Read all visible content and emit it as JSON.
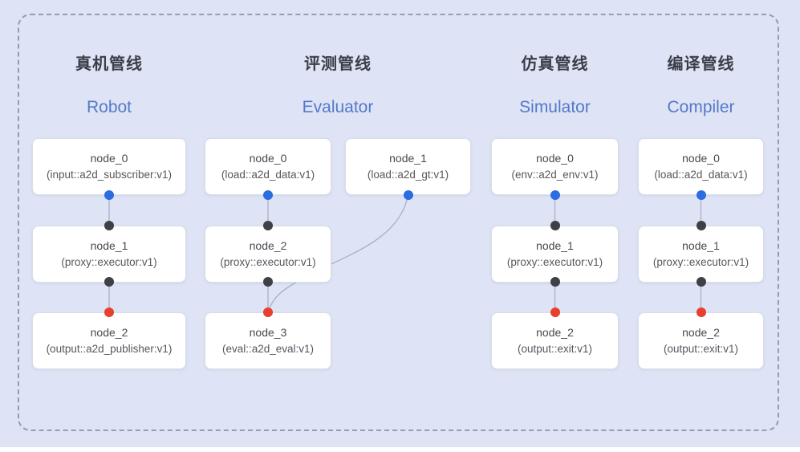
{
  "diagram": {
    "type": "pipeline-graph",
    "colors": {
      "background": "#dee4f6",
      "frame_dash": "#949db0",
      "node_background": "#ffffff",
      "node_border": "#d9dde6",
      "title_zh_color": "#3a3e47",
      "title_en_color": "#5578c9",
      "edge_color": "#a7b1c4",
      "port_input_blue": "#2b6ce2",
      "port_mid_dark": "#3f4045",
      "port_output_red": "#e8402e"
    },
    "pipelines": [
      {
        "title_zh": "真机管线",
        "title_en": "Robot",
        "nodes": [
          {
            "name": "node_0",
            "type": "(input::a2d_subscriber:v1)"
          },
          {
            "name": "node_1",
            "type": "(proxy::executor:v1)"
          },
          {
            "name": "node_2",
            "type": "(output::a2d_publisher:v1)"
          }
        ],
        "edges": [
          {
            "from": "node_0",
            "to": "node_1"
          },
          {
            "from": "node_1",
            "to": "node_2"
          }
        ]
      },
      {
        "title_zh": "评测管线",
        "title_en": "Evaluator",
        "nodes": [
          {
            "name": "node_0",
            "type": "(load::a2d_data:v1)"
          },
          {
            "name": "node_1",
            "type": "(load::a2d_gt:v1)"
          },
          {
            "name": "node_2",
            "type": "(proxy::executor:v1)"
          },
          {
            "name": "node_3",
            "type": "(eval::a2d_eval:v1)"
          }
        ],
        "edges": [
          {
            "from": "node_0",
            "to": "node_2"
          },
          {
            "from": "node_2",
            "to": "node_3"
          },
          {
            "from": "node_1",
            "to": "node_3"
          }
        ]
      },
      {
        "title_zh": "仿真管线",
        "title_en": "Simulator",
        "nodes": [
          {
            "name": "node_0",
            "type": "(env::a2d_env:v1)"
          },
          {
            "name": "node_1",
            "type": "(proxy::executor:v1)"
          },
          {
            "name": "node_2",
            "type": "(output::exit:v1)"
          }
        ],
        "edges": [
          {
            "from": "node_0",
            "to": "node_1"
          },
          {
            "from": "node_1",
            "to": "node_2"
          }
        ]
      },
      {
        "title_zh": "编译管线",
        "title_en": "Compiler",
        "nodes": [
          {
            "name": "node_0",
            "type": "(load::a2d_data:v1)"
          },
          {
            "name": "node_1",
            "type": "(proxy::executor:v1)"
          },
          {
            "name": "node_2",
            "type": "(output::exit:v1)"
          }
        ],
        "edges": [
          {
            "from": "node_0",
            "to": "node_1"
          },
          {
            "from": "node_1",
            "to": "node_2"
          }
        ]
      }
    ]
  }
}
